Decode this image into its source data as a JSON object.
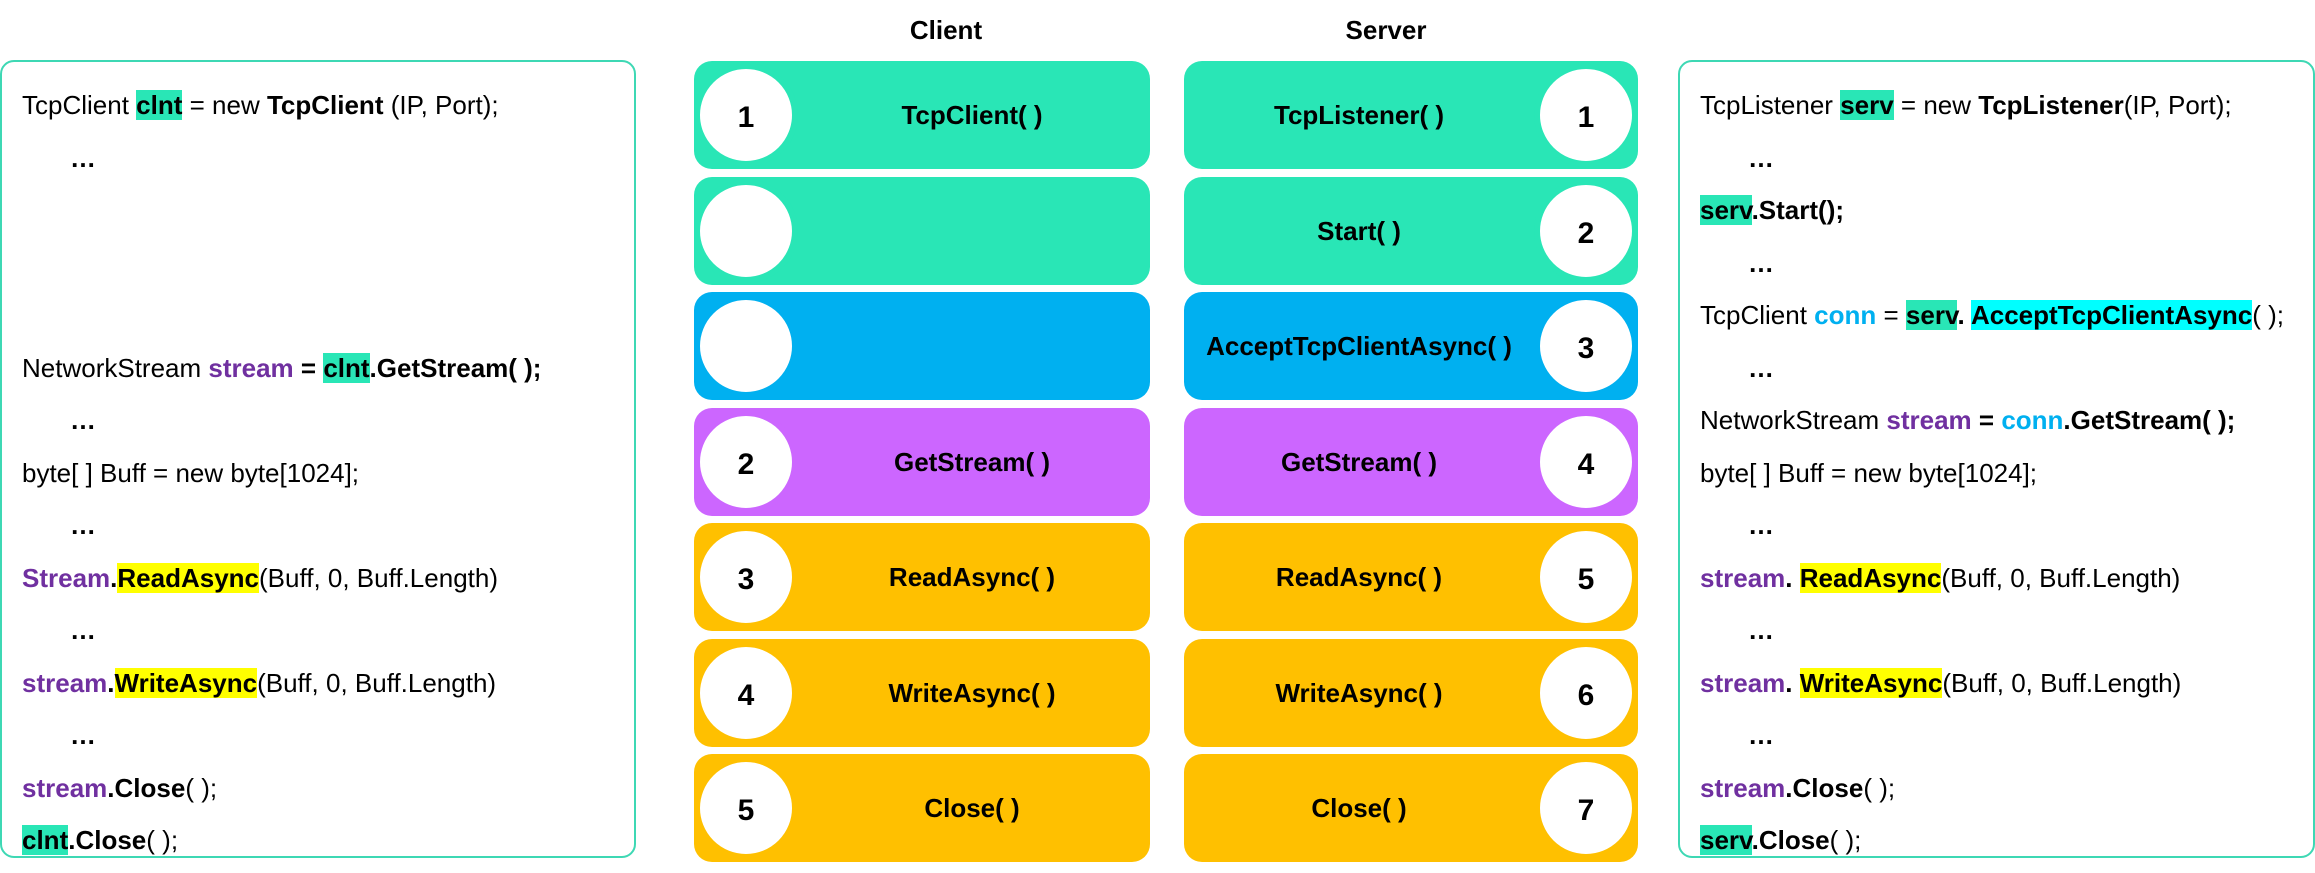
{
  "titles": {
    "client": "Client",
    "server": "Server"
  },
  "colors": {
    "green": "#29e6b6",
    "blue": "#00b0f0",
    "purple": "#cc66ff",
    "yellow": "#ffc000",
    "panel_border": "#3ed8b4"
  },
  "client_code": {
    "line1": {
      "a": "TcpClient ",
      "b": "clnt",
      "c": " = new ",
      "d": "TcpClient",
      "e": " (IP, Port);"
    },
    "dots": "…",
    "line2": {
      "a": "NetworkStream ",
      "b": "stream",
      "c": " = ",
      "d": "clnt",
      "e": ".GetStream( );"
    },
    "line3": "byte[ ] Buff = new byte[1024];",
    "line4": {
      "a": "Stream",
      "b": ".",
      "c": "ReadAsync",
      "d": "(Buff, 0, Buff.Length)"
    },
    "line5": {
      "a": "stream",
      "b": ".",
      "c": "WriteAsync",
      "d": "(Buff, 0, Buff.Length)"
    },
    "line6": {
      "a": "stream",
      "b": ".",
      "c": "Close",
      "d": "( );"
    },
    "line7": {
      "a": "clnt",
      "b": ".",
      "c": "Close",
      "d": "( );"
    }
  },
  "server_code": {
    "line1": {
      "a": "TcpListener ",
      "b": "serv",
      "c": " = new ",
      "d": "TcpListener",
      "e": "(IP, Port);"
    },
    "dots": "…",
    "line2": {
      "a": "serv",
      "b": ".Start();"
    },
    "line3": {
      "a": "TcpClient ",
      "b": "conn",
      "c": " = ",
      "d": "serv",
      "e": ". ",
      "f": "AcceptTcpClientAsync",
      "g": "( );"
    },
    "line4": {
      "a": "NetworkStream ",
      "b": "stream",
      "c": " = ",
      "d": "conn",
      "e": ".GetStream( );"
    },
    "line5": "byte[ ] Buff = new byte[1024];",
    "line6": {
      "a": "stream",
      "b": ". ",
      "c": "ReadAsync",
      "d": "(Buff, 0, Buff.Length)"
    },
    "line7": {
      "a": "stream",
      "b": ". ",
      "c": "WriteAsync",
      "d": "(Buff, 0, Buff.Length)"
    },
    "line8": {
      "a": "stream",
      "b": ".",
      "c": "Close",
      "d": "( );"
    },
    "line9": {
      "a": "serv",
      "b": ".",
      "c": "Close",
      "d": "( );"
    }
  },
  "client_steps": [
    {
      "num": "1",
      "label": "TcpClient( )",
      "color": "green"
    },
    {
      "num": "",
      "label": "",
      "color": "green"
    },
    {
      "num": "",
      "label": "",
      "color": "blue"
    },
    {
      "num": "2",
      "label": "GetStream( )",
      "color": "purple"
    },
    {
      "num": "3",
      "label": "ReadAsync( )",
      "color": "yellow"
    },
    {
      "num": "4",
      "label": "WriteAsync( )",
      "color": "yellow"
    },
    {
      "num": "5",
      "label": "Close( )",
      "color": "yellow"
    }
  ],
  "server_steps": [
    {
      "num": "1",
      "label": "TcpListener( )",
      "color": "green"
    },
    {
      "num": "2",
      "label": "Start( )",
      "color": "green"
    },
    {
      "num": "3",
      "label": "AcceptTcpClientAsync( )",
      "color": "blue"
    },
    {
      "num": "4",
      "label": "GetStream( )",
      "color": "purple"
    },
    {
      "num": "5",
      "label": "ReadAsync( )",
      "color": "yellow"
    },
    {
      "num": "6",
      "label": "WriteAsync( )",
      "color": "yellow"
    },
    {
      "num": "7",
      "label": "Close( )",
      "color": "yellow"
    }
  ]
}
